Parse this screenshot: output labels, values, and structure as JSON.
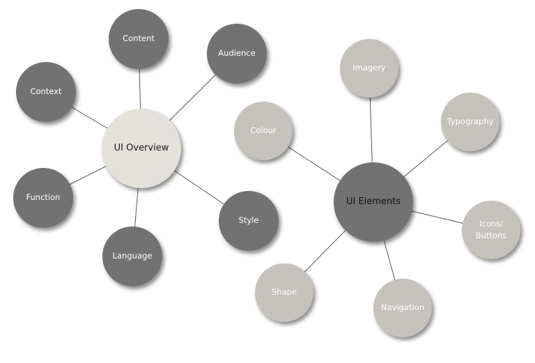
{
  "hubs": {
    "overview": {
      "label": "UI Overview",
      "color": "#e4e1dc"
    },
    "elements": {
      "label": "UI Elements",
      "color": "#727272"
    }
  },
  "overview_children": [
    "Content",
    "Audience",
    "Context",
    "Function",
    "Language",
    "Style"
  ],
  "elements_children": [
    "Imagery",
    "Colour",
    "Typography",
    "Icons/ Buttons",
    "Navigation",
    "Shape"
  ],
  "colors": {
    "dark_node": "#727272",
    "light_node": "#c5c2bd",
    "connector": "#555555"
  }
}
